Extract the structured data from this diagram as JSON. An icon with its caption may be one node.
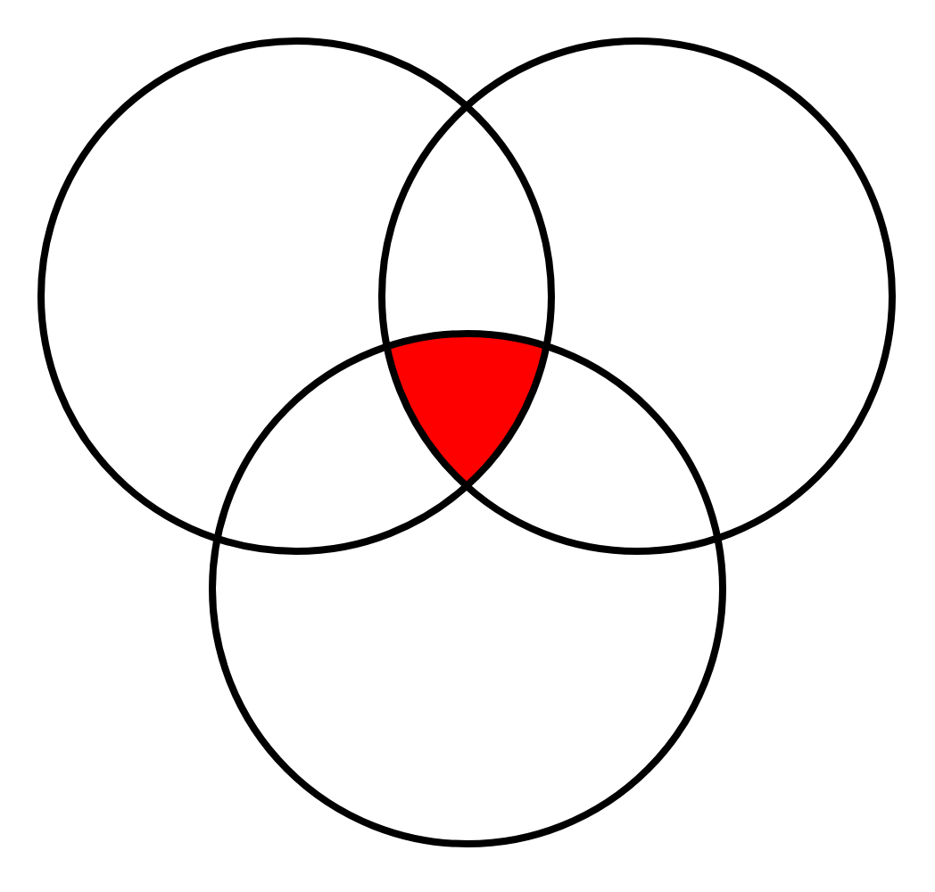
{
  "diagram": {
    "nodes": [
      {
        "text": [],
        "shape": "circle"
      },
      {
        "text": [],
        "shape": "circle"
      },
      {
        "text": [],
        "shape": "circle"
      },
      {
        "text": [],
        "shape": "triangle"
      }
    ]
  }
}
